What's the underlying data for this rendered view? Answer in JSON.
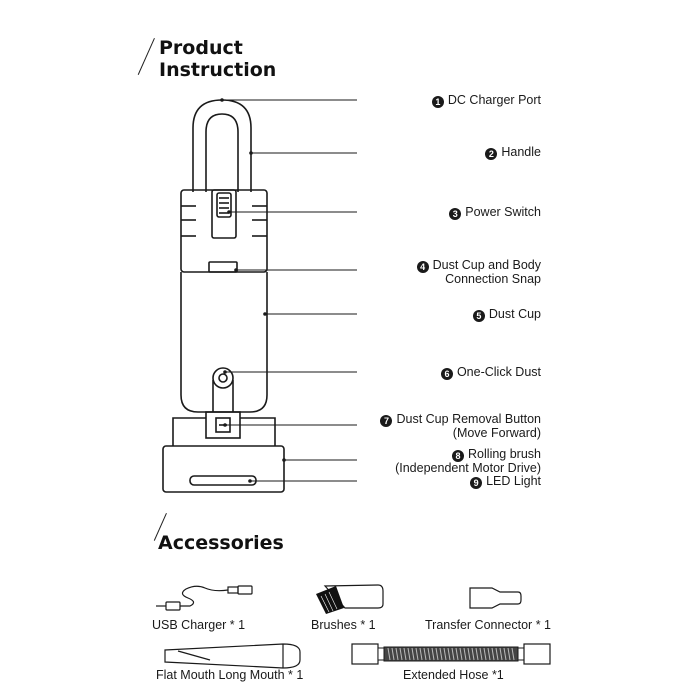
{
  "headings": {
    "product_instruction_line1": "Product",
    "product_instruction_line2": "Instruction",
    "accessories": "Accessories"
  },
  "parts": [
    {
      "num": "1",
      "label": "DC Charger Port"
    },
    {
      "num": "2",
      "label": "Handle"
    },
    {
      "num": "3",
      "label": "Power Switch"
    },
    {
      "num": "4",
      "label": "Dust Cup and Body",
      "label2": "Connection Snap"
    },
    {
      "num": "5",
      "label": "Dust Cup"
    },
    {
      "num": "6",
      "label": "One-Click Dust"
    },
    {
      "num": "7",
      "label": "Dust Cup Removal Button",
      "label2": "(Move Forward)"
    },
    {
      "num": "8",
      "label": "Rolling brush",
      "label2": "(Independent Motor Drive)"
    },
    {
      "num": "9",
      "label": "LED Light"
    }
  ],
  "accessories": [
    {
      "label": "USB Charger * 1"
    },
    {
      "label": "Brushes * 1"
    },
    {
      "label": "Transfer Connector * 1"
    },
    {
      "label": "Flat Mouth Long Mouth * 1"
    },
    {
      "label": "Extended Hose *1"
    }
  ]
}
